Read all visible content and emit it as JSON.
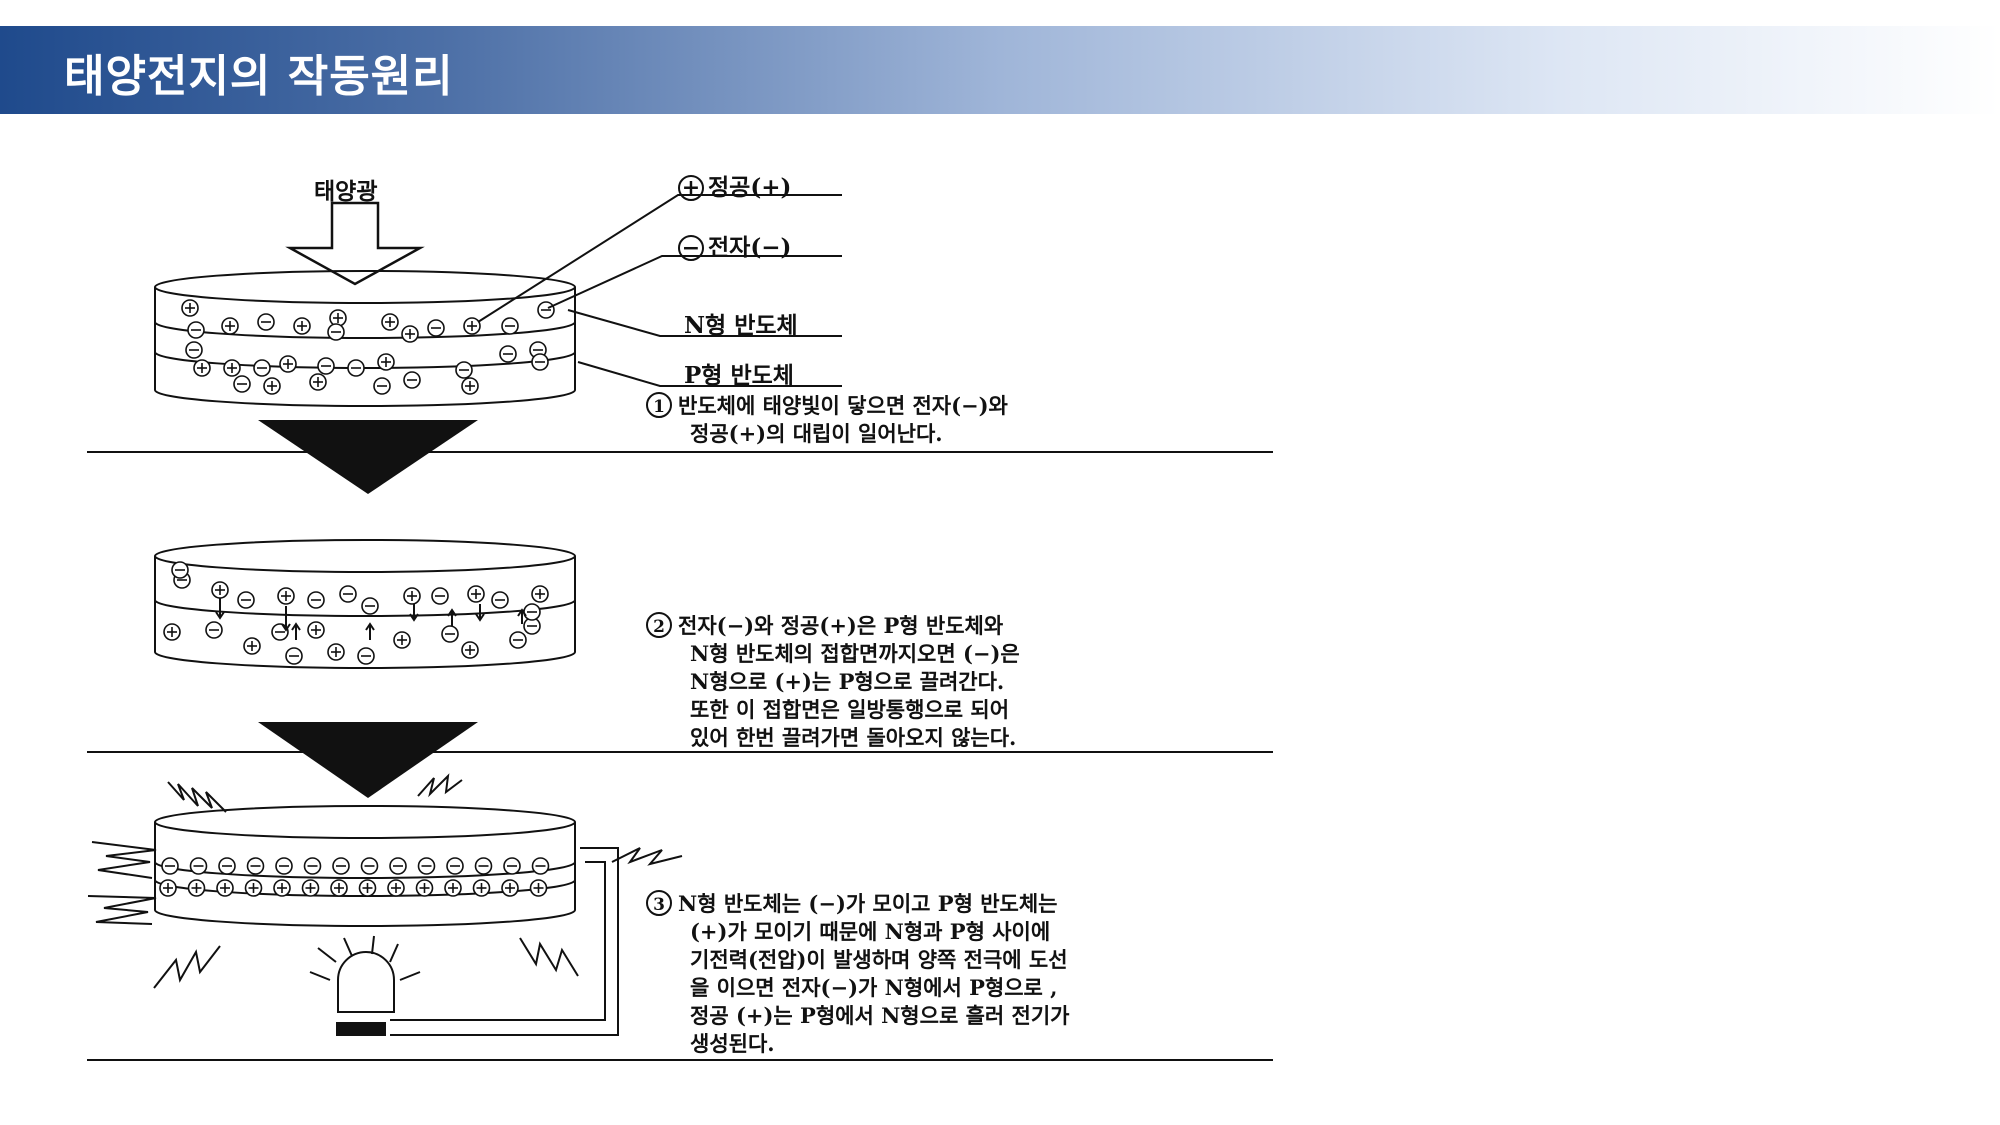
{
  "header": {
    "title": "태양전지의 작동원리"
  },
  "labels": {
    "sunlight": "태양광",
    "hole": "정공(+)",
    "electron": "전자(−)",
    "n_type": "N형 반도체",
    "p_type": "P형 반도체"
  },
  "steps": [
    {
      "number": "1",
      "lines": [
        "반도체에 태양빛이 닿으면 전자(−)와",
        "정공(+)의 대립이 일어난다."
      ]
    },
    {
      "number": "2",
      "lines": [
        "전자(−)와 정공(+)은 P형 반도체와",
        "N형 반도체의 접합면까지오면 (−)은",
        "N형으로 (+)는 P형으로 끌려간다.",
        "또한 이 접합면은 일방통행으로 되어",
        "있어 한번 끌려가면 돌아오지 않는다."
      ]
    },
    {
      "number": "3",
      "lines": [
        "N형 반도체는 (−)가 모이고 P형 반도체는",
        "(+)가 모이기 때문에 N형과 P형 사이에",
        "기전력(전압)이 발생하며 양쪽 전극에 도선",
        "을 이으면 전자(−)가 N형에서 P형으로 ,",
        "정공 (+)는 P형에서 N형으로 흘러 전기가",
        "생성된다."
      ]
    }
  ]
}
